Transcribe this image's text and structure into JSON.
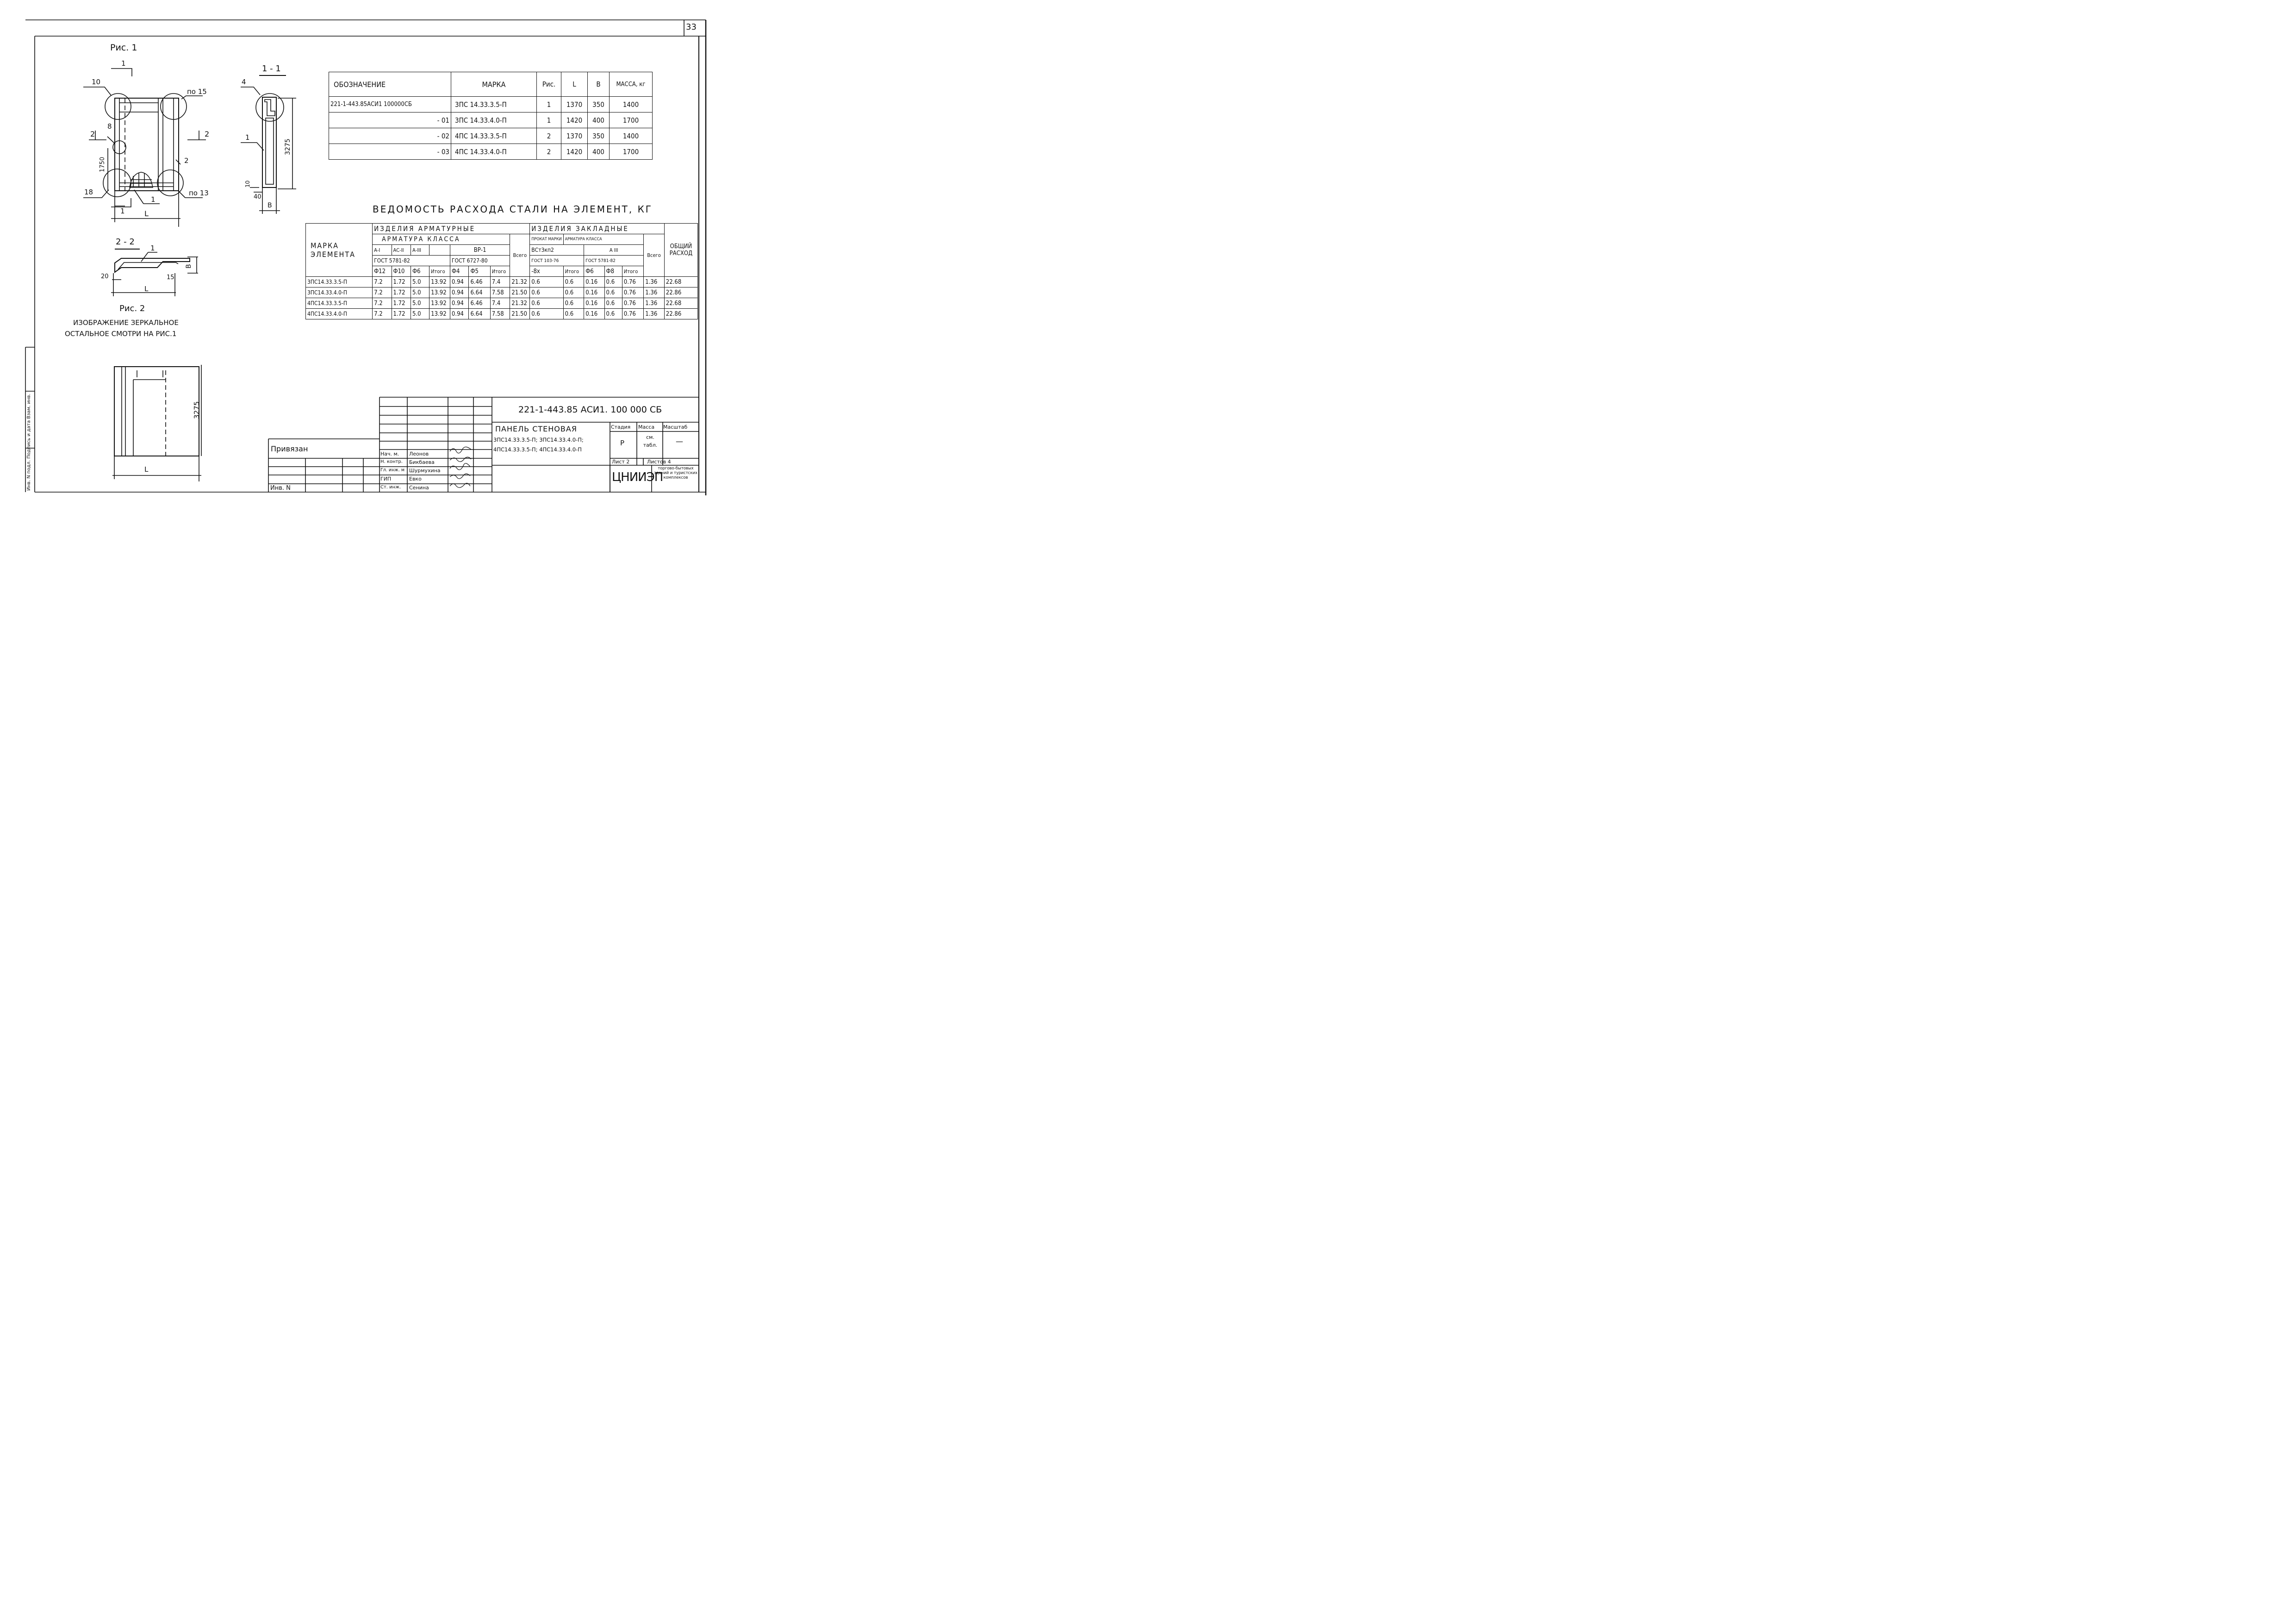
{
  "sheet_number": "33",
  "fig1": {
    "title": "Рис. 1",
    "labels": [
      "1",
      "10",
      "по 15",
      "2",
      "8",
      "2",
      "1750",
      "18",
      "1",
      "1",
      "L",
      "по 13",
      "2"
    ]
  },
  "section11": {
    "title": "1 - 1",
    "labels": [
      "4",
      "1",
      "3275",
      "10",
      "40",
      "B"
    ]
  },
  "section22": {
    "title": "2 - 2",
    "labels": [
      "1",
      "20",
      "15",
      "B",
      "L"
    ]
  },
  "fig2": {
    "title": "Рис. 2",
    "note_line1": "ИЗОБРАЖЕНИЕ ЗЕРКАЛЬНОЕ",
    "note_line2": "ОСТАЛЬНОЕ СМОТРИ НА РИС.1"
  },
  "bottom_view": {
    "labels": [
      "3275",
      "L"
    ]
  },
  "marks_table": {
    "headers": [
      "ОБОЗНАЧЕНИЕ",
      "МАРКА",
      "Рис.",
      "L",
      "B",
      "МАССА, кг"
    ],
    "rows": [
      [
        "221-1-443.85АСИ1 100000СБ",
        "3ПС 14.33.3.5-П",
        "1",
        "1370",
        "350",
        "1400"
      ],
      [
        "- 01",
        "3ПС 14.33.4.0-П",
        "1",
        "1420",
        "400",
        "1700"
      ],
      [
        "- 02",
        "4ПС 14.33.3.5-П",
        "2",
        "1370",
        "350",
        "1400"
      ],
      [
        "- 03",
        "4ПС 14.33.4.0-П",
        "2",
        "1420",
        "400",
        "1700"
      ]
    ]
  },
  "steel_table": {
    "title": "ВЕДОМОСТЬ РАСХОДА СТАЛИ НА ЭЛЕМЕНТ, КГ",
    "h_mark": "МАРКА ЭЛЕМЕНТА",
    "h_rebar_items": "ИЗДЕЛИЯ АРМАТУРНЫЕ",
    "h_embedded": "ИЗДЕЛИЯ ЗАКЛАДНЫЕ",
    "h_total_consumption": "ОБЩИЙ РАСХОД",
    "h_rebar_class": "АРМАТУРА КЛАССА",
    "h_total": "Всего",
    "h_total2": "Всего",
    "h_rolled": "ПРОКАТ МАРКИ",
    "h_rebar_class2": "АРМАТУРА КЛАССА",
    "h_a1": "А-I",
    "h_as2": "АС-II",
    "h_a3": "А-III",
    "h_vr1": "ВР-1",
    "h_vst": "ВСт3кп2",
    "h_a3b": "А III",
    "h_gost1": "ГОСТ 5781-82",
    "h_gost2": "ГОСТ 6727-80",
    "h_gost3": "ГОСТ 103-76",
    "h_gost4": "ГОСТ 5781-82",
    "h_d12": "Ф12",
    "h_d10": "Ф10",
    "h_d6": "Ф6",
    "h_itogo1": "Итого",
    "h_d4": "Ф4",
    "h_d5": "Ф5",
    "h_itogo2": "Итого",
    "h_8x": "-8х",
    "h_itogo3": "Итого",
    "h_d6b": "Ф6",
    "h_d8": "Ф8",
    "h_itogo4": "Итого",
    "rows": [
      [
        "3ПС14.33.3.5-П",
        "7.2",
        "1.72",
        "5.0",
        "13.92",
        "0.94",
        "6.46",
        "7.4",
        "21.32",
        "0.6",
        "0.6",
        "0.16",
        "0.6",
        "0.76",
        "1.36",
        "22.68"
      ],
      [
        "3ПС14.33.4.0-П",
        "7.2",
        "1.72",
        "5.0",
        "13.92",
        "0.94",
        "6.64",
        "7.58",
        "21.50",
        "0.6",
        "0.6",
        "0.16",
        "0.6",
        "0.76",
        "1.36",
        "22.86"
      ],
      [
        "4ПС14.33.3.5-П",
        "7.2",
        "1.72",
        "5.0",
        "13.92",
        "0.94",
        "6.46",
        "7.4",
        "21.32",
        "0.6",
        "0.6",
        "0.16",
        "0.6",
        "0.76",
        "1.36",
        "22.68"
      ],
      [
        "4ПС14.33.4.0-П",
        "7.2",
        "1.72",
        "5.0",
        "13.92",
        "0.94",
        "6.64",
        "7.58",
        "21.50",
        "0.6",
        "0.6",
        "0.16",
        "0.6",
        "0.76",
        "1.36",
        "22.86"
      ]
    ]
  },
  "title_block": {
    "code": "221-1-443.85 АСИ1. 100 000 СБ",
    "name": "ПАНЕЛЬ СТЕНОВАЯ",
    "marks_line1": "3ПС14.33.3.5-П; 3ПС14.33.4.0-П;",
    "marks_line2": "4ПС14.33.3.5-П; 4ПС14.33.4.0-П",
    "h_stage": "Стадия",
    "h_mass": "Масса",
    "h_scale": "Масштаб",
    "stage": "Р",
    "mass": "см. табл.",
    "scale": "—",
    "sheet": "Лист 2",
    "sheets": "Листов 4",
    "org": "ЦНИИЭП",
    "org_desc": "торгово-бытовых зданий и туристских комплексов",
    "privyazan": "Привязан",
    "inv_n": "Инв. N",
    "staff": [
      [
        "Нач. м.",
        "Леонов"
      ],
      [
        "Н. контр.",
        "Бикбаева"
      ],
      [
        "Гл. инж. м",
        "Шурмухина"
      ],
      [
        "ГИП",
        "Евко"
      ],
      [
        "Ст. инж.",
        "Сенина"
      ]
    ],
    "side_strip": "Инв. N подл. Подпись и дата Взам. инв."
  }
}
